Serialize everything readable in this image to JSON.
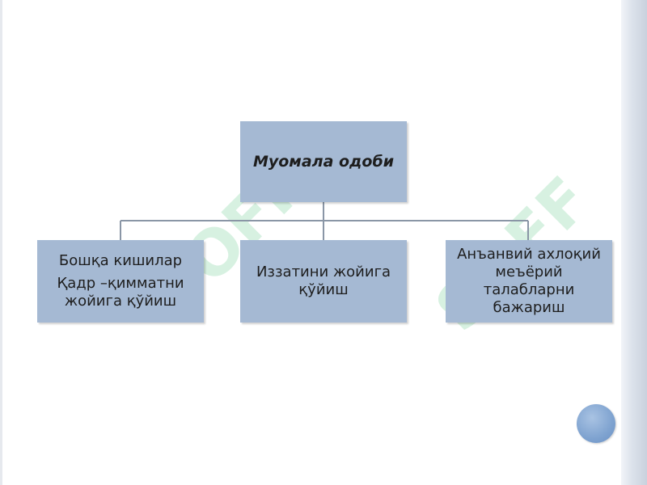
{
  "diagram": {
    "root": {
      "label": "Муомала одоби"
    },
    "children": [
      {
        "lines": [
          "Бошқа кишилар",
          "Қадр –қимматни жойига қўйиш"
        ]
      },
      {
        "lines": [
          "Иззатини жойига қўйиш"
        ]
      },
      {
        "lines": [
          "Анъанвий ахлоқий меъёрий талабларни бажариш"
        ]
      }
    ]
  },
  "watermark": {
    "text": "SOFF"
  },
  "colors": {
    "box_fill": "#a5b9d3",
    "connector": "#8a96a6",
    "accent_circle": "#7fa3d0",
    "watermark": "#8cd7aa"
  }
}
